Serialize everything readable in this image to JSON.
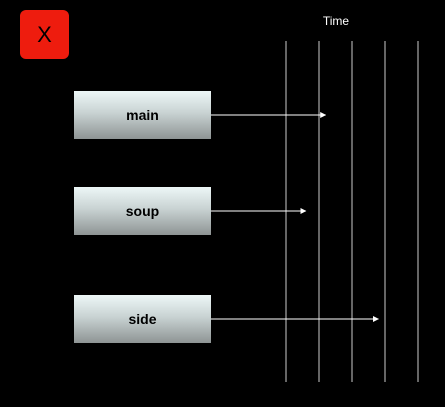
{
  "close_button": {
    "label": "X",
    "icon": "close-icon",
    "color": "#ee1c0e"
  },
  "timeline": {
    "title": "Time",
    "gridline_count": 5,
    "line_color": "#ffffff"
  },
  "tasks": [
    {
      "label": "main",
      "end": 0.3
    },
    {
      "label": "soup",
      "end": 0.15
    },
    {
      "label": "side",
      "end": 0.7
    }
  ]
}
